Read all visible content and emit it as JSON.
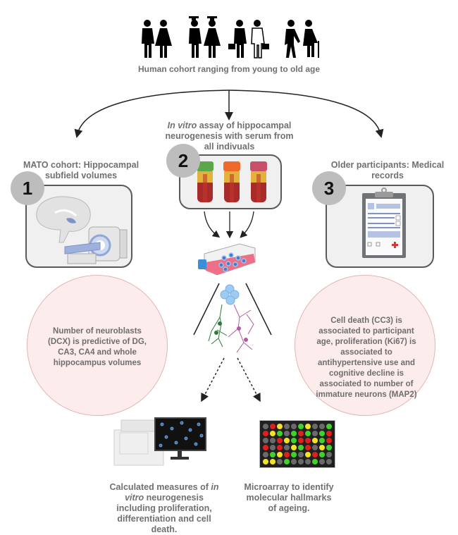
{
  "cohort": {
    "caption": "Human cohort ranging from young to old age",
    "figures": [
      "young-couple",
      "graduate-couple",
      "professional-couple",
      "elderly-couple"
    ]
  },
  "steps": [
    {
      "number": "1",
      "title": "MATO cohort: Hippocampal subfield volumes",
      "icon": "brain-mri-scanner"
    },
    {
      "number": "2",
      "title_italic": "In vitro",
      "title_rest": " assay of hippocampal neurogenesis with serum from all indivuals",
      "icon": "blood-tubes"
    },
    {
      "number": "3",
      "title": "Older participants: Medical records",
      "icon": "medical-clipboard"
    }
  ],
  "tubes": [
    {
      "cap": "#5aa84a"
    },
    {
      "cap": "#ee6a2a"
    },
    {
      "cap": "#c8506a"
    }
  ],
  "findings": {
    "left": "Number of neuroblasts (DCX) is predictive of  DG, CA3, CA4 and whole hippocampus volumes",
    "right": "Cell death (CC3) is associated to participant age, proliferation (Ki67) is associated to antihypertensive use and cognitive decline is associated to number of immature neurons (MAP2)"
  },
  "outputs": {
    "imaging": {
      "italic1": "in",
      "text_pre": "Calculated measures of ",
      "italic2": "vitro",
      "text_post": " neurogenesis including proliferation, differentiation and cell death."
    },
    "microarray": {
      "text": "Microarray to identify molecular hallmarks of ageing."
    }
  },
  "microarray_grid": [
    [
      "G",
      "R",
      "Y",
      "G",
      "G",
      "N",
      "Y",
      "G",
      "G",
      "N"
    ],
    [
      "R",
      "Y",
      "N",
      "G",
      "N",
      "R",
      "N",
      "G",
      "N",
      "R"
    ],
    [
      "G",
      "G",
      "R",
      "Y",
      "N",
      "R",
      "R",
      "Y",
      "N",
      "R"
    ],
    [
      "R",
      "G",
      "R",
      "G",
      "Y",
      "N",
      "R",
      "G",
      "Y",
      "N"
    ],
    [
      "G",
      "N",
      "Y",
      "R",
      "N",
      "G",
      "Y",
      "R",
      "N",
      "G"
    ],
    [
      "Y",
      "Y",
      "G",
      "N",
      "G",
      "G",
      "G",
      "N",
      "G",
      "G"
    ]
  ],
  "colors": {
    "G": "#6a6a6a",
    "R": "#e21e1e",
    "Y": "#f2e424",
    "N": "#3fd22a",
    "ellipse_fill": "#fcecec",
    "panel_fill": "#f0f0f0",
    "accent_blue": "#8fa6d6"
  }
}
